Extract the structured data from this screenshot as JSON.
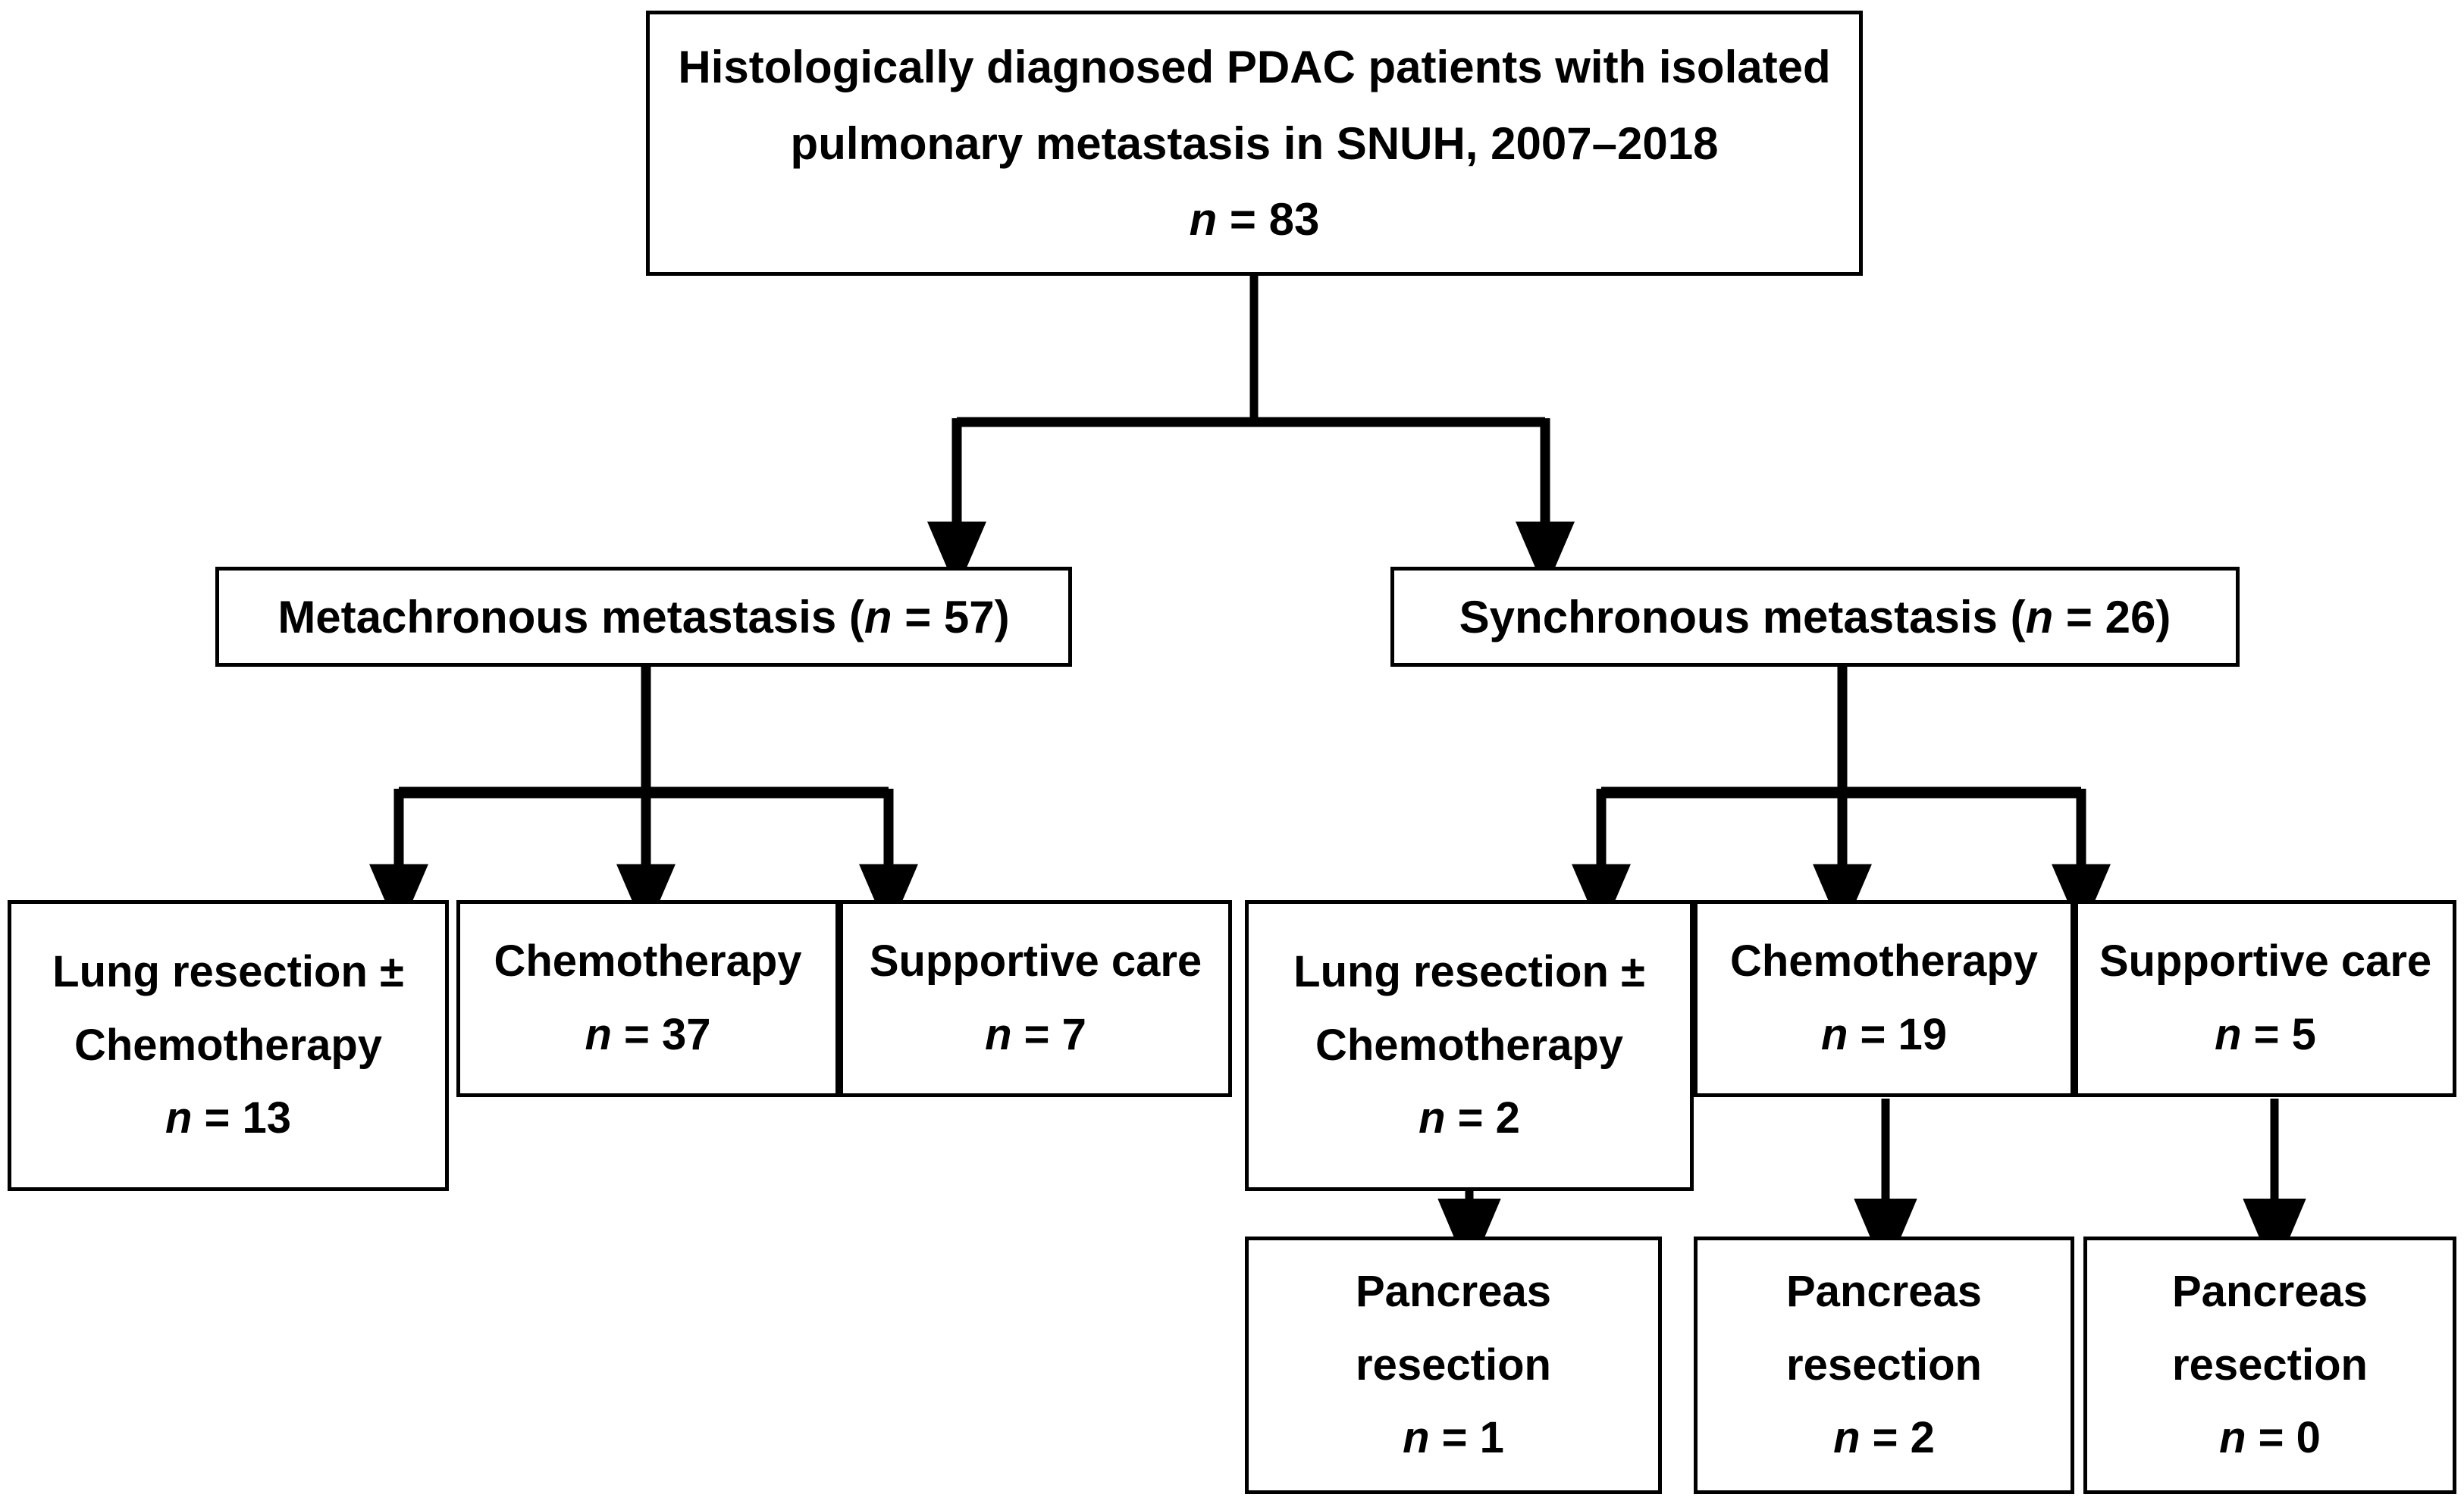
{
  "diagram": {
    "type": "flowchart",
    "title": "Patient selection flow diagram",
    "colors": {
      "stroke": "#000000",
      "background": "#ffffff",
      "text": "#000000"
    },
    "nodes": {
      "root": {
        "line1": "Histologically diagnosed PDAC patients with isolated",
        "line2": "pulmonary metastasis in SNUH, 2007–2018",
        "n_label": "n",
        "n_eq": " = 83"
      },
      "metachronous": {
        "text_before": "Metachronous metastasis (",
        "n_label": "n",
        "text_after": " = 57)"
      },
      "synchronous": {
        "text_before": "Synchronous metastasis (",
        "n_label": "n",
        "text_after": " = 26)"
      },
      "meta_lung": {
        "line1": "Lung resection ±",
        "line2": "Chemotherapy",
        "n_label": "n",
        "n_eq": " = 13"
      },
      "meta_chemo": {
        "line1": "Chemotherapy",
        "n_label": "n",
        "n_eq": " = 37"
      },
      "meta_support": {
        "line1": "Supportive care",
        "n_label": "n",
        "n_eq": " = 7"
      },
      "syn_lung": {
        "line1": "Lung resection ±",
        "line2": "Chemotherapy",
        "n_label": "n",
        "n_eq": " = 2"
      },
      "syn_chemo": {
        "line1": "Chemotherapy",
        "n_label": "n",
        "n_eq": " = 19"
      },
      "syn_support": {
        "line1": "Supportive care",
        "n_label": "n",
        "n_eq": " = 5"
      },
      "panc_1": {
        "line1": "Pancreas",
        "line2": "resection",
        "n_label": "n",
        "n_eq": " = 1"
      },
      "panc_2": {
        "line1": "Pancreas",
        "line2": "resection",
        "n_label": "n",
        "n_eq": " = 2"
      },
      "panc_3": {
        "line1": "Pancreas",
        "line2": "resection",
        "n_label": "n",
        "n_eq": " = 0"
      }
    },
    "counts": {
      "total": 83,
      "metachronous": 57,
      "synchronous": 26,
      "metachronous_lung_resection_chemo": 13,
      "metachronous_chemotherapy": 37,
      "metachronous_supportive_care": 7,
      "synchronous_lung_resection_chemo": 2,
      "synchronous_chemotherapy": 19,
      "synchronous_supportive_care": 5,
      "pancreas_resection_from_syn_lung": 1,
      "pancreas_resection_from_syn_chemo": 2,
      "pancreas_resection_from_syn_support": 0
    }
  }
}
